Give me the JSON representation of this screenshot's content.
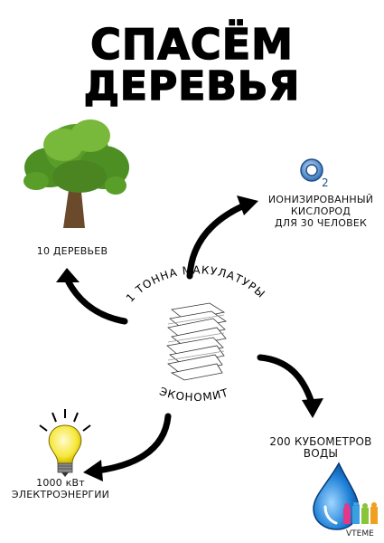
{
  "title": {
    "line1": "СПАСЁМ",
    "line2": "ДЕРЕВЬЯ"
  },
  "center": {
    "arc_top": "1 ТОННА МАКУЛАТУРЫ",
    "arc_bottom": "ЭКОНОМИТ"
  },
  "items": {
    "trees": "10 ДЕРЕВЬЕВ",
    "oxygen_line1": "ИОНИЗИРОВАННЫЙ",
    "oxygen_line2": "КИСЛОРОД",
    "oxygen_line3": "ДЛЯ 30 ЧЕЛОВЕК",
    "water_line1": "200 КУБОМЕТРОВ",
    "water_line2": "ВОДЫ",
    "power_line1": "1000 кВт",
    "power_line2": "ЭЛЕКТРОЭНЕРГИИ"
  },
  "icons": {
    "tree": "tree-icon",
    "oxygen": "oxygen-o2-icon",
    "water": "water-drop-icon",
    "bulb": "light-bulb-icon",
    "paper": "paper-stack-icon"
  },
  "colors": {
    "tree_leaves": "#5a9e2a",
    "oxygen": "#2c6fb5",
    "water": "#1d7fd6",
    "bulb": "#f5e83a"
  },
  "watermark": "VTEME"
}
